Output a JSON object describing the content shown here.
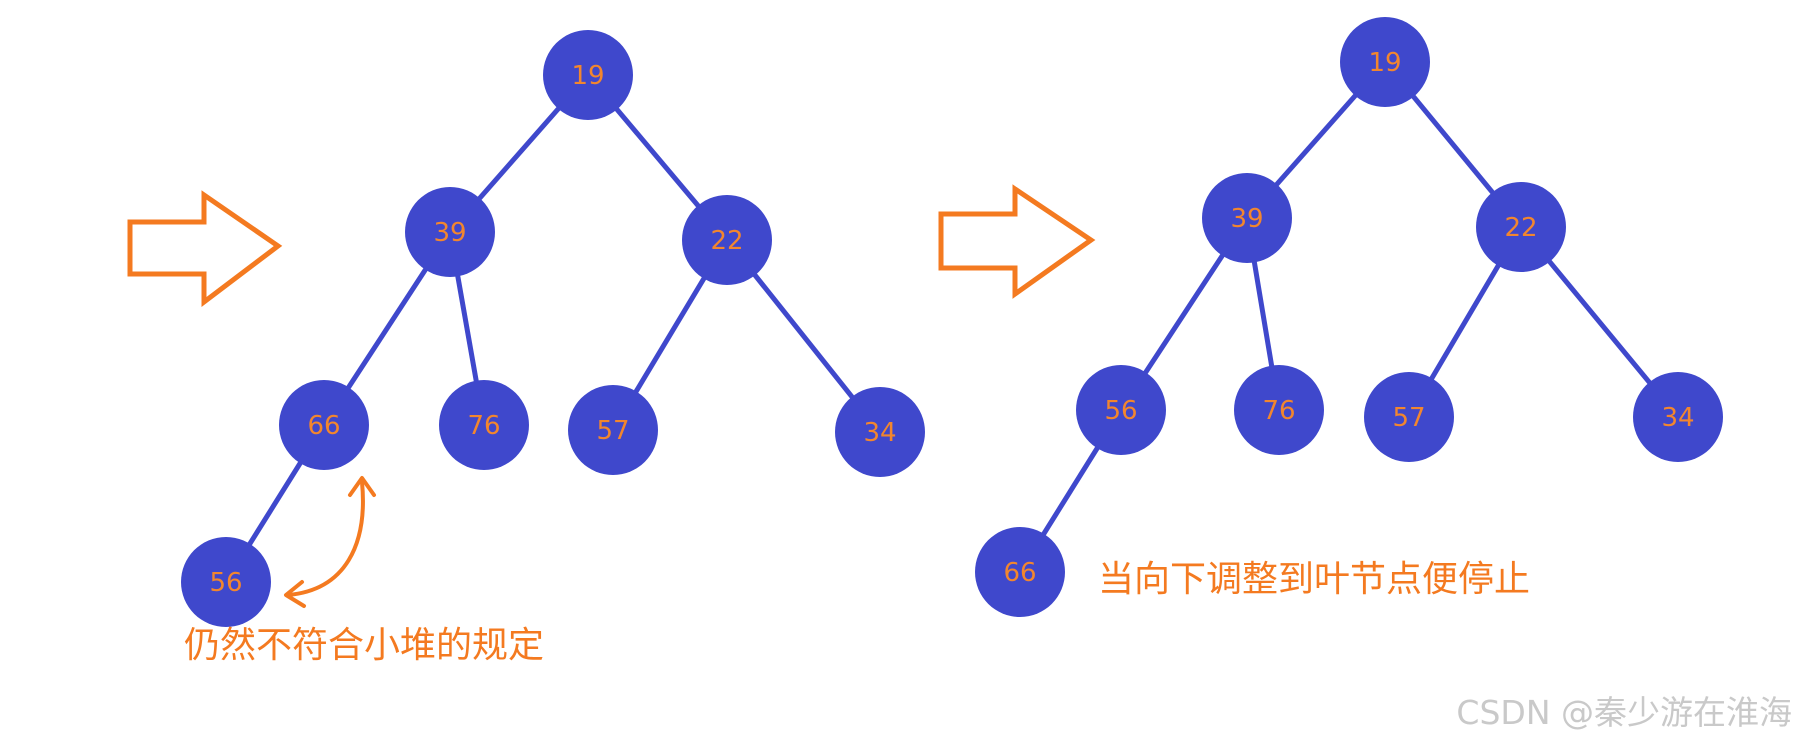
{
  "colors": {
    "node_fill": "#3f48cc",
    "edge": "#3f48cc",
    "label": "#f2862e",
    "annotation": "#f47a20",
    "watermark": "#c9c9c9"
  },
  "left_tree": {
    "nodes": [
      {
        "id": "L19",
        "label": "19"
      },
      {
        "id": "L39",
        "label": "39"
      },
      {
        "id": "L22",
        "label": "22"
      },
      {
        "id": "L66",
        "label": "66"
      },
      {
        "id": "L76",
        "label": "76"
      },
      {
        "id": "L57",
        "label": "57"
      },
      {
        "id": "L34",
        "label": "34"
      },
      {
        "id": "L56",
        "label": "56"
      }
    ],
    "edges": [
      [
        "L19",
        "L39"
      ],
      [
        "L19",
        "L22"
      ],
      [
        "L39",
        "L66"
      ],
      [
        "L39",
        "L76"
      ],
      [
        "L22",
        "L57"
      ],
      [
        "L22",
        "L34"
      ],
      [
        "L66",
        "L56"
      ]
    ],
    "caption": "仍然不符合小堆的规定"
  },
  "right_tree": {
    "nodes": [
      {
        "id": "R19",
        "label": "19"
      },
      {
        "id": "R39",
        "label": "39"
      },
      {
        "id": "R22",
        "label": "22"
      },
      {
        "id": "R56",
        "label": "56"
      },
      {
        "id": "R76",
        "label": "76"
      },
      {
        "id": "R57",
        "label": "57"
      },
      {
        "id": "R34",
        "label": "34"
      },
      {
        "id": "R66",
        "label": "66"
      }
    ],
    "edges": [
      [
        "R19",
        "R39"
      ],
      [
        "R19",
        "R22"
      ],
      [
        "R39",
        "R56"
      ],
      [
        "R39",
        "R76"
      ],
      [
        "R22",
        "R57"
      ],
      [
        "R22",
        "R34"
      ],
      [
        "R56",
        "R66"
      ]
    ],
    "caption": "当向下调整到叶节点便停止"
  },
  "arrows": [
    {
      "name": "left-arrow-icon",
      "direction": "right"
    },
    {
      "name": "right-arrow-icon",
      "direction": "right"
    }
  ],
  "watermark": "CSDN @秦少游在淮海"
}
